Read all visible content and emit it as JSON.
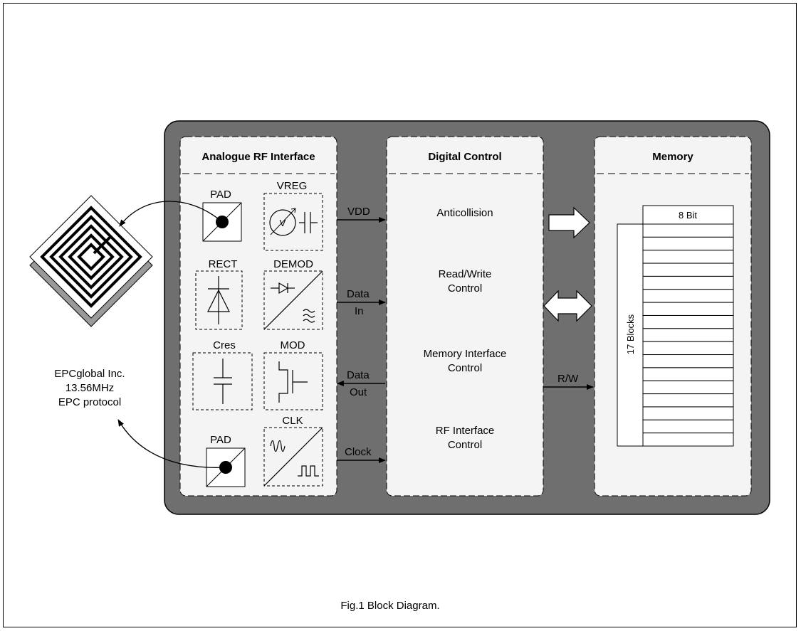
{
  "caption": "Fig.1  Block Diagram.",
  "antenna": {
    "line1": "EPCglobal Inc.",
    "line2": "13.56MHz",
    "line3": "EPC protocol"
  },
  "rf_panel": {
    "title": "Analogue RF Interface",
    "cells": {
      "pad_top": "PAD",
      "vreg": "VREG",
      "rect": "RECT",
      "demod": "DEMOD",
      "cres": "Cres",
      "mod": "MOD",
      "clk": "CLK",
      "pad_bottom": "PAD"
    },
    "voltmeter_symbol": "V"
  },
  "signals": {
    "vdd": "VDD",
    "data_in_1": "Data",
    "data_in_2": "In",
    "data_out_1": "Data",
    "data_out_2": "Out",
    "clock": "Clock",
    "rw": "R/W"
  },
  "digital_panel": {
    "title": "Digital Control",
    "items": [
      {
        "line1": "Anticollision",
        "line2": ""
      },
      {
        "line1": "Read/Write",
        "line2": "Control"
      },
      {
        "line1": "Memory Interface",
        "line2": "Control"
      },
      {
        "line1": "RF Interface",
        "line2": "Control"
      }
    ]
  },
  "memory_panel": {
    "title": "Memory",
    "bit_label": "8 Bit",
    "blocks_label": "17 Blocks",
    "block_count": 17
  },
  "colors": {
    "chip_bg": "#6f6f6f",
    "panel_bg": "#f4f4f4"
  }
}
